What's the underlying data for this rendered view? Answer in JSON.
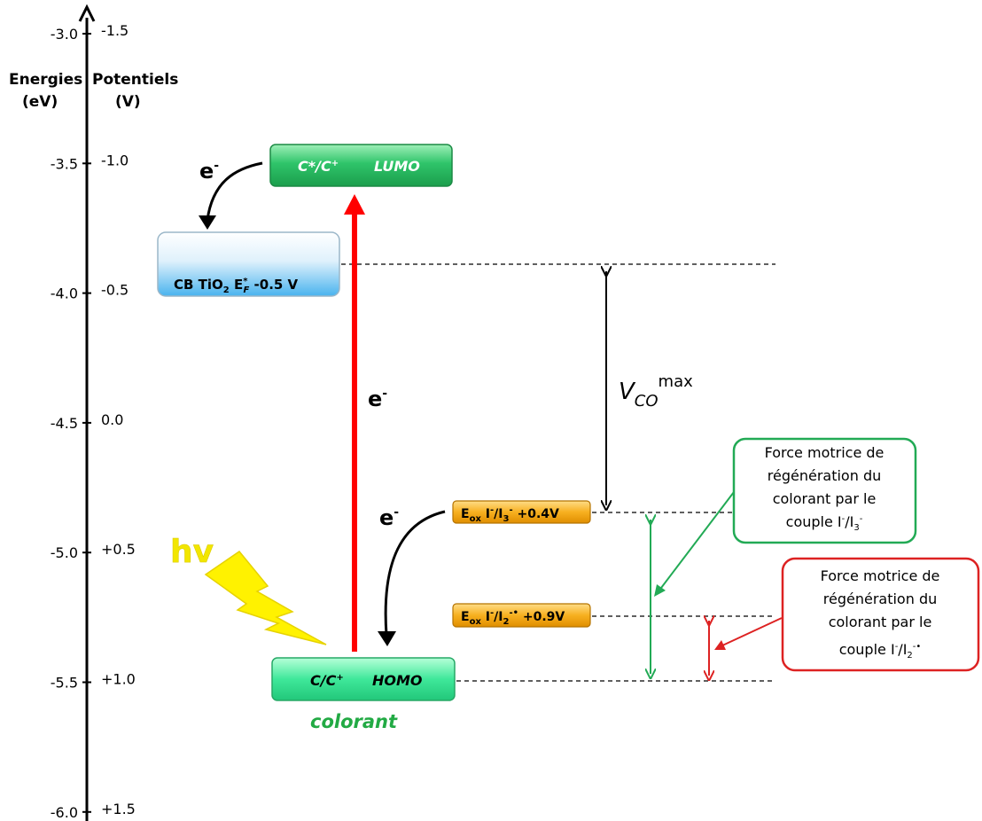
{
  "axis": {
    "energy_header": [
      "Energies",
      "(eV)"
    ],
    "potential_header": [
      "Potentiels",
      "(V)"
    ],
    "ticks": [
      {
        "energy": "-3.0",
        "potential": "-1.5"
      },
      {
        "energy": "-3.5",
        "potential": "-1.0"
      },
      {
        "energy": "-4.0",
        "potential": "-0.5"
      },
      {
        "energy": "-4.5",
        "potential": "0.0"
      },
      {
        "energy": "-5.0",
        "potential": "+0.5"
      },
      {
        "energy": "-5.5",
        "potential": "+1.0"
      },
      {
        "energy": "-6.0",
        "potential": "+1.5"
      }
    ]
  },
  "levels": {
    "lumo": {
      "left": "C*/C",
      "left_sup": "+",
      "right": "LUMO"
    },
    "cb": {
      "text1": "CB TiO",
      "sub1": "2",
      "text2": " E",
      "sup2": "*",
      "sub2": "F",
      "text3": " -0.5 V"
    },
    "homo": {
      "left": "C/C",
      "left_sup": "+",
      "right": "HOMO"
    },
    "colorant_label": "colorant",
    "redox1": {
      "e": "E",
      "e_sub": "ox",
      "i": " I",
      "i_sup": "-",
      "slash": "/I",
      "slash_sub": "3",
      "slash_sup": "-",
      "value": " +0.4V"
    },
    "redox2": {
      "e": "E",
      "e_sub": "ox",
      "i": " I",
      "i_sup": "-",
      "slash": "/I",
      "slash_sub": "2",
      "slash_sup": "-•",
      "value": " +0.9V"
    }
  },
  "labels": {
    "electron": "e",
    "electron_sup": "-",
    "hv": "hv",
    "vco_main": "V",
    "vco_sub": "CO",
    "vco_sup": "max"
  },
  "callouts": {
    "green": {
      "lines": [
        "Force motrice de",
        "régénération du",
        "colorant par le"
      ],
      "last_text": "couple I",
      "last_sup": "-",
      "last_slash": "/I",
      "last_sub": "3",
      "last_sup2": "-"
    },
    "red": {
      "lines": [
        "Force motrice de",
        "régénération du",
        "colorant par le"
      ],
      "last_text": "couple I",
      "last_sup": "-",
      "last_slash": "/I",
      "last_sub": "2",
      "last_sup2": "-•"
    }
  },
  "colors": {
    "axis": "#000000",
    "excitation_arrow": "#ff0000",
    "green_box": "#2fbf5b",
    "homo_box": "#33e08e",
    "cb_box": "#4fb6ee",
    "redox_box": "#f5a300",
    "green_callout": "#22aa55",
    "red_callout": "#dd2222",
    "colorant_text": "#22aa44",
    "hv_text": "#f2e600"
  }
}
